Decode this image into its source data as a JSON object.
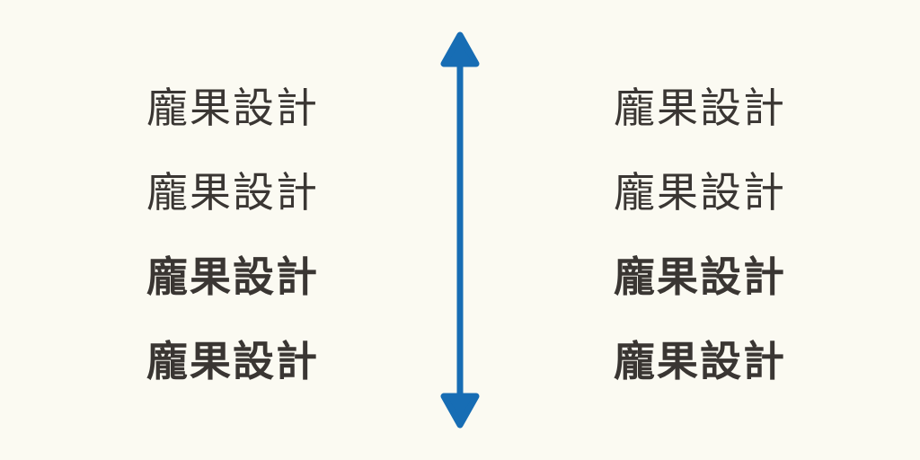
{
  "colors": {
    "background": "#fbfaf2",
    "text": "#3a3633",
    "arrow": "#176db4"
  },
  "left_column": {
    "style": "sans-serif",
    "rows": [
      {
        "label": "龐果設計",
        "weight": "thin"
      },
      {
        "label": "龐果設計",
        "weight": "regular"
      },
      {
        "label": "龐果設計",
        "weight": "medium"
      },
      {
        "label": "龐果設計",
        "weight": "bold"
      }
    ]
  },
  "right_column": {
    "style": "serif",
    "rows": [
      {
        "label": "龐果設計",
        "weight": "thin"
      },
      {
        "label": "龐果設計",
        "weight": "regular"
      },
      {
        "label": "龐果設計",
        "weight": "medium"
      },
      {
        "label": "龐果設計",
        "weight": "bold"
      }
    ]
  },
  "arrow": {
    "icon": "vertical-double-arrow",
    "direction": "up-down"
  }
}
